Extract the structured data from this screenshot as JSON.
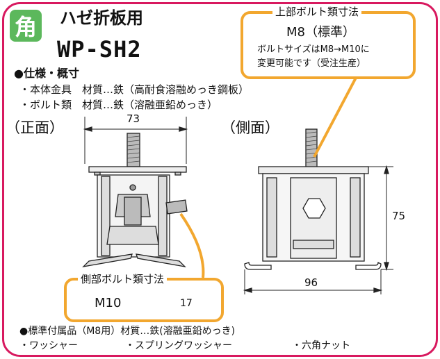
{
  "header": {
    "badge": "角",
    "title": "ハゼ折板用",
    "model": "WP-SH2"
  },
  "specs": {
    "heading": "●仕様・概寸",
    "lines": [
      "・本体金具　材質…鉄（高耐食溶融めっき鋼板）",
      "・ボルト類　材質…鉄（溶融亜鉛めっき）"
    ]
  },
  "views": {
    "front": "（正面）",
    "side": "（側面）"
  },
  "top_bolt": {
    "title": "上部ボルト類寸法",
    "size": "M8（標準）",
    "note_line1": "ボルトサイズはM8→M10に",
    "note_line2": "変更可能です（受注生産）"
  },
  "side_bolt": {
    "title": "側部ボルト類寸法",
    "size": "M10",
    "hex_size": "17"
  },
  "dimensions": {
    "front_width": "73",
    "side_width": "96",
    "side_height": "75"
  },
  "accessories": {
    "heading": "●標準付属品（M8用）材質…鉄(溶融亜鉛めっき)",
    "items": [
      "・ワッシャー",
      "・スプリングワッシャー",
      "・六角ナット"
    ]
  },
  "colors": {
    "frame": "#d8195f",
    "callout": "#f2a72f",
    "badge": "#5cb85c"
  }
}
